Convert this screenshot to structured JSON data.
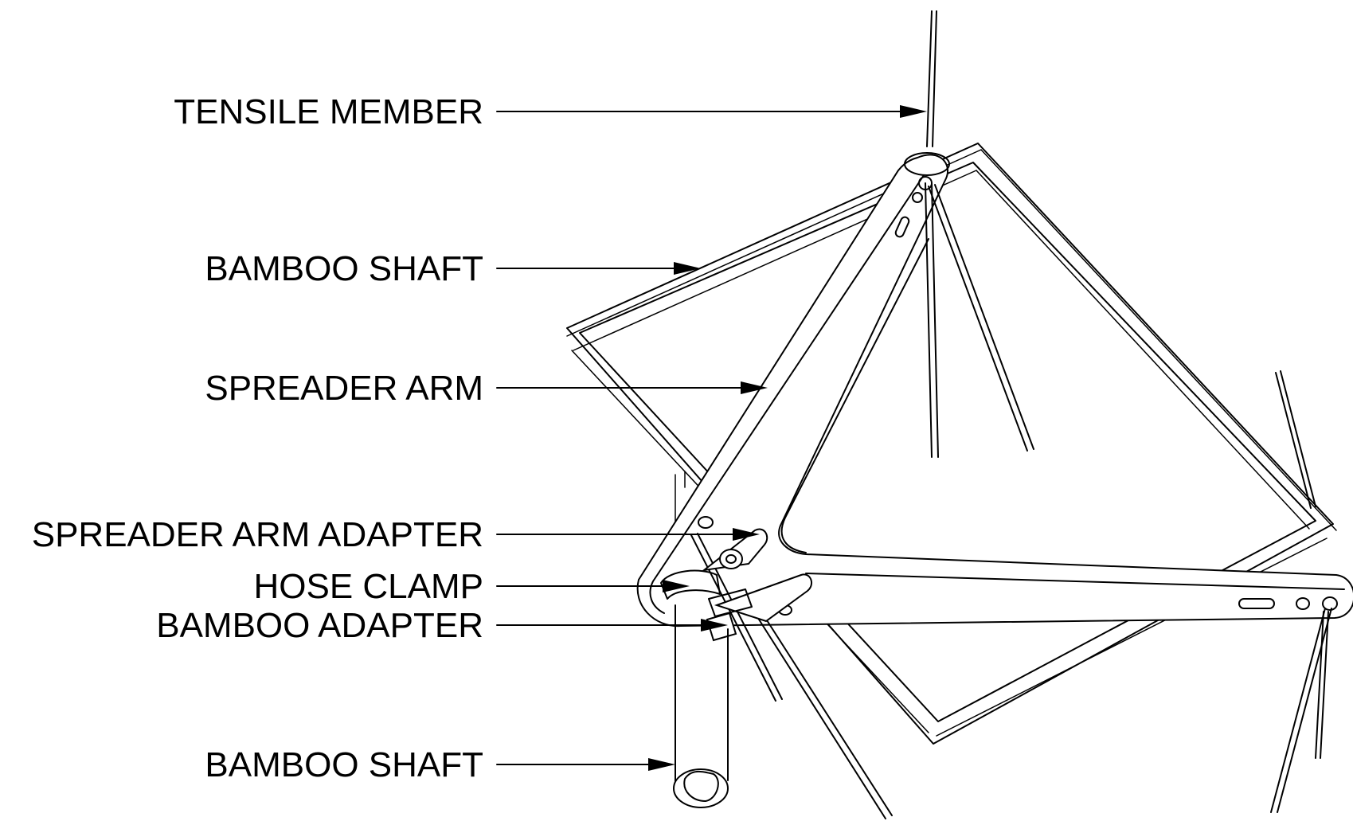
{
  "callouts": {
    "tensile_member": "TENSILE MEMBER",
    "bamboo_shaft_top": "BAMBOO SHAFT",
    "spreader_arm": "SPREADER ARM",
    "spreader_arm_adapter": "SPREADER ARM ADAPTER",
    "hose_clamp": "HOSE CLAMP",
    "bamboo_adapter": "BAMBOO ADAPTER",
    "bamboo_shaft_bottom": "BAMBOO SHAFT"
  },
  "colors": {
    "line": "#000000",
    "background": "#ffffff"
  }
}
